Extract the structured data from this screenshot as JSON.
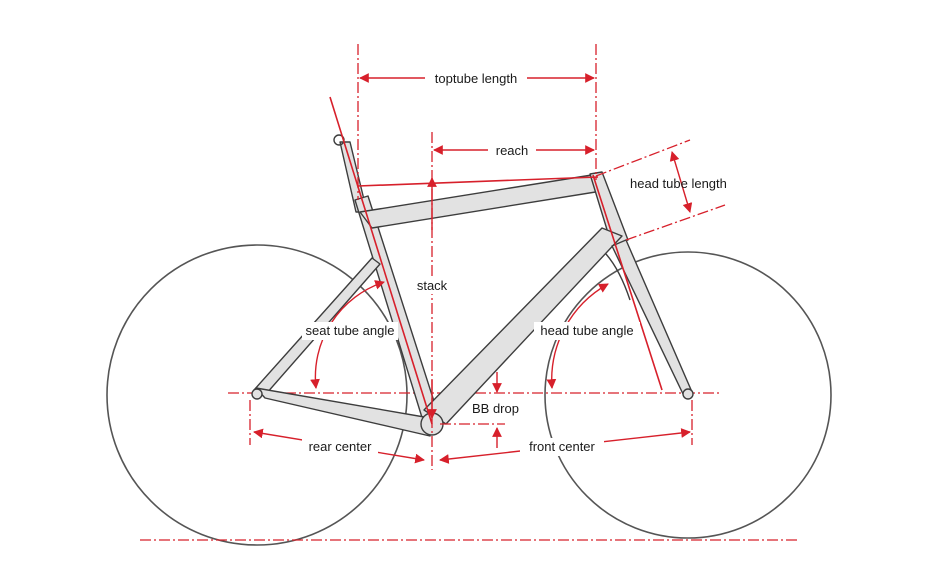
{
  "labels": {
    "toptube_length": "toptube length",
    "reach": "reach",
    "head_tube_length": "head tube length",
    "stack": "stack",
    "seat_tube_angle": "seat tube angle",
    "head_tube_angle": "head tube angle",
    "bb_drop": "BB drop",
    "rear_center": "rear center",
    "front_center": "front center"
  },
  "colors": {
    "dimension": "#d7202b",
    "frame_fill": "#e2e2e2",
    "outline": "#3d3d3d"
  }
}
